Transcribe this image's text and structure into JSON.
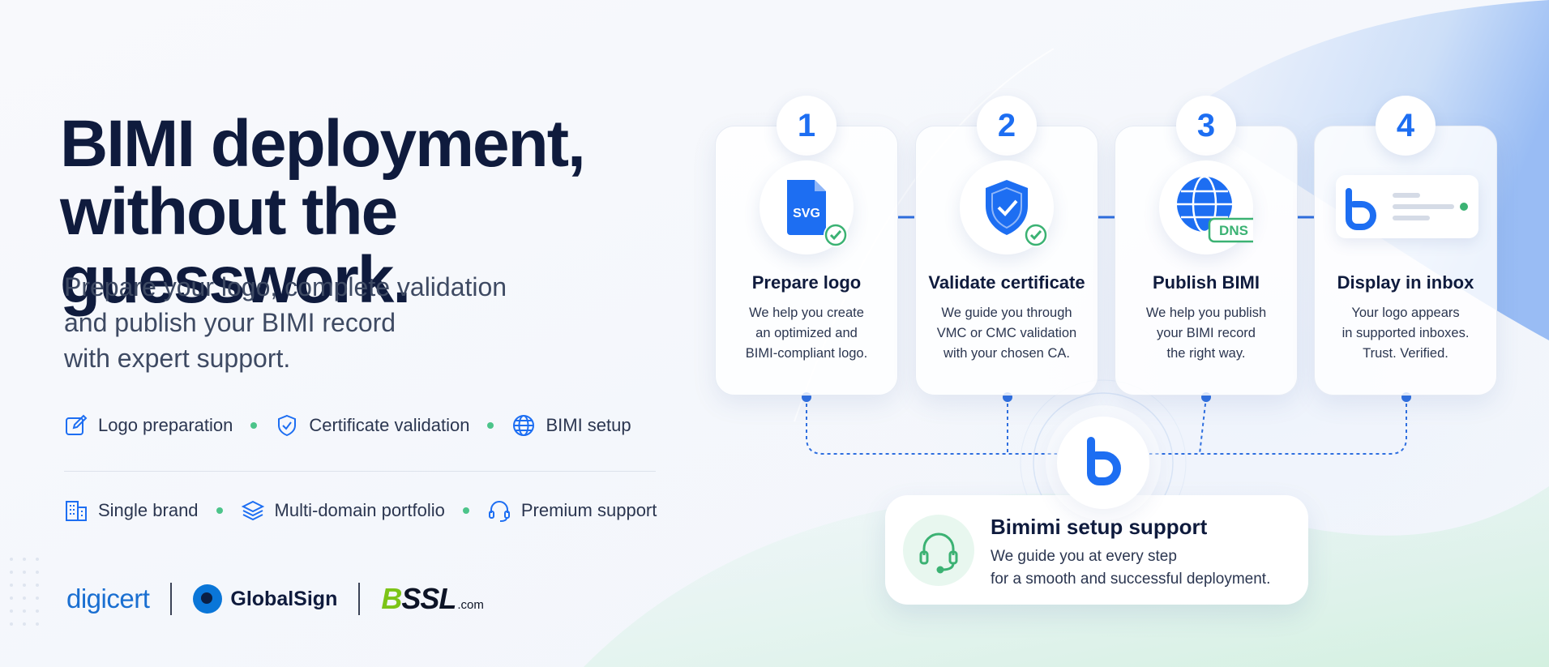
{
  "hero": {
    "title_line1": "BIMI deployment,",
    "title_line2": "without the guesswork.",
    "sub_line1": "Prepare your logo, complete validation",
    "sub_line2": "and publish your BIMI record",
    "sub_line3": "with expert support."
  },
  "features_row1": [
    {
      "label": "Logo preparation",
      "icon": "edit-icon"
    },
    {
      "label": "Certificate validation",
      "icon": "shield-check-icon"
    },
    {
      "label": "BIMI setup",
      "icon": "globe-icon"
    }
  ],
  "features_row2": [
    {
      "label": "Single brand",
      "icon": "building-icon"
    },
    {
      "label": "Multi-domain portfolio",
      "icon": "layers-icon"
    },
    {
      "label": "Premium support",
      "icon": "headset-icon"
    }
  ],
  "partners": {
    "digicert": "digicert",
    "globalsign": "GlobalSign",
    "ssl_main": "SSL",
    "ssl_prefix": "B",
    "ssl_domain": ".com"
  },
  "steps": [
    {
      "number": "1",
      "title": "Prepare logo",
      "desc": [
        "We help you create",
        "an optimized and",
        "BIMI-compliant logo."
      ],
      "icon_label": "SVG"
    },
    {
      "number": "2",
      "title": "Validate certificate",
      "desc": [
        "We guide you through",
        "VMC or CMC validation",
        "with your chosen CA."
      ]
    },
    {
      "number": "3",
      "title": "Publish BIMI",
      "desc": [
        "We help you publish",
        "your BIMI record",
        "the right way."
      ],
      "icon_label": "DNS"
    },
    {
      "number": "4",
      "title": "Display in inbox",
      "desc": [
        "Your logo appears",
        "in supported inboxes.",
        "Trust. Verified."
      ]
    }
  ],
  "support": {
    "title": "Bimimi setup support",
    "desc_line1": "We guide you at every step",
    "desc_line2": "for a smooth and successful deployment."
  },
  "colors": {
    "accent": "#1d6ef2",
    "green": "#3bb273",
    "navy": "#0f1b3d"
  }
}
